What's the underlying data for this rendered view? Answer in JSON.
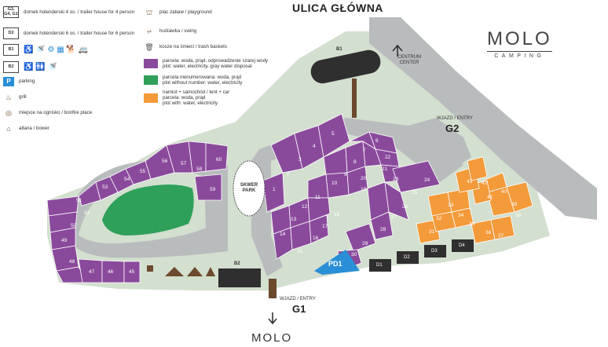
{
  "title": "ULICA GŁÓWNA",
  "logo": {
    "main": "MOLO",
    "sub": "CAMPING",
    "bottom": "MOLO"
  },
  "legend": [
    {
      "code": "G3, G4, G1",
      "text": "domek holenderski 4 os. / trailer house for 4 person",
      "kind": "code"
    },
    {
      "code": "D2",
      "text": "domek holenderski 6 os. / trailer house for 6 person",
      "kind": "code"
    },
    {
      "code": "B1",
      "text": "",
      "kind": "code"
    },
    {
      "code": "B2",
      "text": "",
      "kind": "code"
    },
    {
      "code": "",
      "text": "parking",
      "kind": "parking-icon"
    },
    {
      "code": "",
      "text": "grill",
      "kind": "grill-icon"
    },
    {
      "code": "",
      "text": "miejsce na ognisko / bonfire place",
      "kind": "bonfire-icon"
    },
    {
      "code": "",
      "text": "altana / bower",
      "kind": "bower-icon"
    }
  ],
  "legend_right": [
    {
      "text": "plac zabaw / playground",
      "kind": "playground-icon",
      "lines": [
        "plac zabaw / playground"
      ]
    },
    {
      "text": "huśtawka / swing",
      "kind": "swing-icon",
      "lines": [
        "huśtawka / swing"
      ]
    },
    {
      "text": "kosze na śmieci / trash baskets",
      "kind": "trash-icon",
      "lines": [
        "kosze na śmieci / trash baskets"
      ]
    },
    {
      "kind": "purple",
      "lines": [
        "parcela: woda, prąd, odprowadzenie szarej wody",
        "plot: water, electricity, gray water disposal"
      ]
    },
    {
      "kind": "green",
      "lines": [
        "parcela nienumerowana: woda, prąd",
        "plot without number: water, electricity"
      ]
    },
    {
      "kind": "orange",
      "lines": [
        "namiot + samochód / tent + car",
        "parcela: woda, prąd",
        "plot with: water, electricity"
      ]
    }
  ],
  "colors": {
    "purple": "#8a4a9c",
    "green": "#2fa05a",
    "orange": "#f39a3a",
    "blue": "#2a8fd6",
    "road": "#b9bcbd",
    "grass": "#d3dfcf",
    "dark": "#2f2f2f",
    "brown": "#6b4a2e"
  },
  "labels": {
    "centrum": "CENTRUM CENTER",
    "wjazd_g2": "WJAZD / ENTRY",
    "g2": "G2",
    "wjazd_g1": "WJAZD / ENTRY",
    "g1": "G1",
    "b1": "B1",
    "b2": "B2",
    "skwer": "SKWER PARK",
    "pd1": "PD1",
    "d1": "D1",
    "d2": "D2",
    "d3": "D3",
    "d4": "D4"
  },
  "plots_purple": [
    "1",
    "2",
    "3",
    "4",
    "5",
    "6",
    "7",
    "8",
    "9",
    "10",
    "11",
    "12",
    "13",
    "14",
    "15",
    "16",
    "17",
    "18",
    "19",
    "20",
    "21",
    "22",
    "23",
    "24",
    "25",
    "26",
    "27",
    "28",
    "29",
    "30",
    "45",
    "46",
    "47",
    "48",
    "49",
    "50",
    "51",
    "52",
    "53",
    "54",
    "55",
    "56",
    "57",
    "58",
    "59",
    "60"
  ],
  "plots_orange": [
    "31",
    "32",
    "33",
    "34",
    "35",
    "36",
    "37",
    "38",
    "39",
    "40",
    "41",
    "42",
    "43"
  ]
}
